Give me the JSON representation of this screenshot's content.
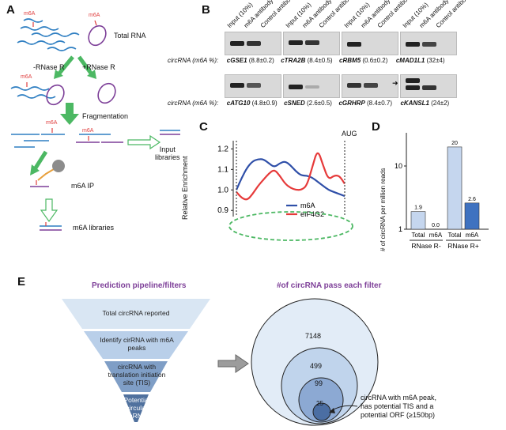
{
  "panels": {
    "A": "A",
    "B": "B",
    "C": "C",
    "D": "D",
    "E": "E"
  },
  "panel_a": {
    "m6a_mark": "m6A",
    "total_rna": "Total RNA",
    "minus_rnase": "-RNase R",
    "plus_rnase": "+RNase R",
    "fragmentation": "Fragmentation",
    "input_libraries_1": "Input",
    "input_libraries_2": "libraries",
    "m6a_ip": "m6A  IP",
    "m6a_libraries": "m6A libraries"
  },
  "panel_b": {
    "lane_labels": [
      "Input (10%)",
      "m6A antibody",
      "Control antibody"
    ],
    "row_label": "circRNA (m6A %):",
    "row1": [
      {
        "gene": "cGSE1",
        "pct": "(8.8±0.2)"
      },
      {
        "gene": "cTRA2B",
        "pct": "(8.4±0.5)"
      },
      {
        "gene": "cRBM5",
        "pct": "(0.6±0.2)"
      },
      {
        "gene": "cMAD1L1",
        "pct": "(32±4)"
      }
    ],
    "row2": [
      {
        "gene": "cATG10",
        "pct": "(4.8±0.9)"
      },
      {
        "gene": "cSNED",
        "pct": "(2.6±0.5)"
      },
      {
        "gene": "cGRHRP",
        "pct": "(8.4±0.7)"
      },
      {
        "gene": "cKANSL1",
        "pct": "(24±2)"
      }
    ]
  },
  "panel_c": {
    "ylabel": "Relative Enrichment",
    "aug_label": "AUG",
    "chart_data": {
      "type": "line",
      "ylabel": "Relative Enrichment",
      "ylim": [
        0.87,
        1.24
      ],
      "yticks": [
        "1.2",
        "1.1",
        "1.0",
        "0.9"
      ],
      "x": [
        0,
        1,
        2,
        3,
        4,
        5,
        6,
        7,
        8,
        9,
        10,
        11,
        12,
        13,
        14,
        15,
        16,
        17,
        18,
        19,
        20
      ],
      "series": [
        {
          "name": "m6A",
          "color": "#2f4fa8",
          "values": [
            1.0,
            1.06,
            1.11,
            1.14,
            1.15,
            1.15,
            1.13,
            1.11,
            1.13,
            1.14,
            1.12,
            1.09,
            1.07,
            1.07,
            1.06,
            1.04,
            1.02,
            1.0,
            0.99,
            0.98,
            0.97
          ]
        },
        {
          "name": "eIF4G2",
          "color": "#e63a3a",
          "values": [
            0.99,
            0.96,
            0.95,
            0.98,
            1.02,
            1.05,
            1.08,
            1.1,
            1.07,
            1.03,
            1.01,
            1.0,
            1.0,
            1.02,
            1.11,
            1.2,
            1.12,
            1.05,
            1.07,
            1.07,
            1.03
          ]
        }
      ]
    }
  },
  "panel_d": {
    "ylabel": "# of circRNA per million reads",
    "chart_data": {
      "type": "bar",
      "categories": [
        "Total",
        "m6A",
        "Total",
        "m6A"
      ],
      "groups": [
        "RNase R-",
        "RNase R+"
      ],
      "values": [
        1.9,
        0.0,
        20,
        2.6
      ],
      "value_labels": [
        "1.9",
        "0.0",
        "20",
        "2.6"
      ],
      "yscale": "log",
      "yticks": [
        "10",
        "1"
      ],
      "colors": [
        "#c5d6ee",
        "#c5d6ee",
        "#c5d6ee",
        "#3f72c0"
      ]
    }
  },
  "panel_e": {
    "left_title": "Prediction pipeline/filters",
    "right_title": "#of circRNA pass each filter",
    "filters": [
      "Total circRNA reported",
      "Identify cirRNA with m6A peaks",
      "circRNA with translation initiation site (TIS)",
      "Potential circular mRNA"
    ],
    "counts": [
      "7148",
      "499",
      "99",
      "25"
    ],
    "callout": [
      "circRNA with m6A peak,",
      "has potential TIS and a",
      "potential ORF (≥150bp)"
    ]
  }
}
